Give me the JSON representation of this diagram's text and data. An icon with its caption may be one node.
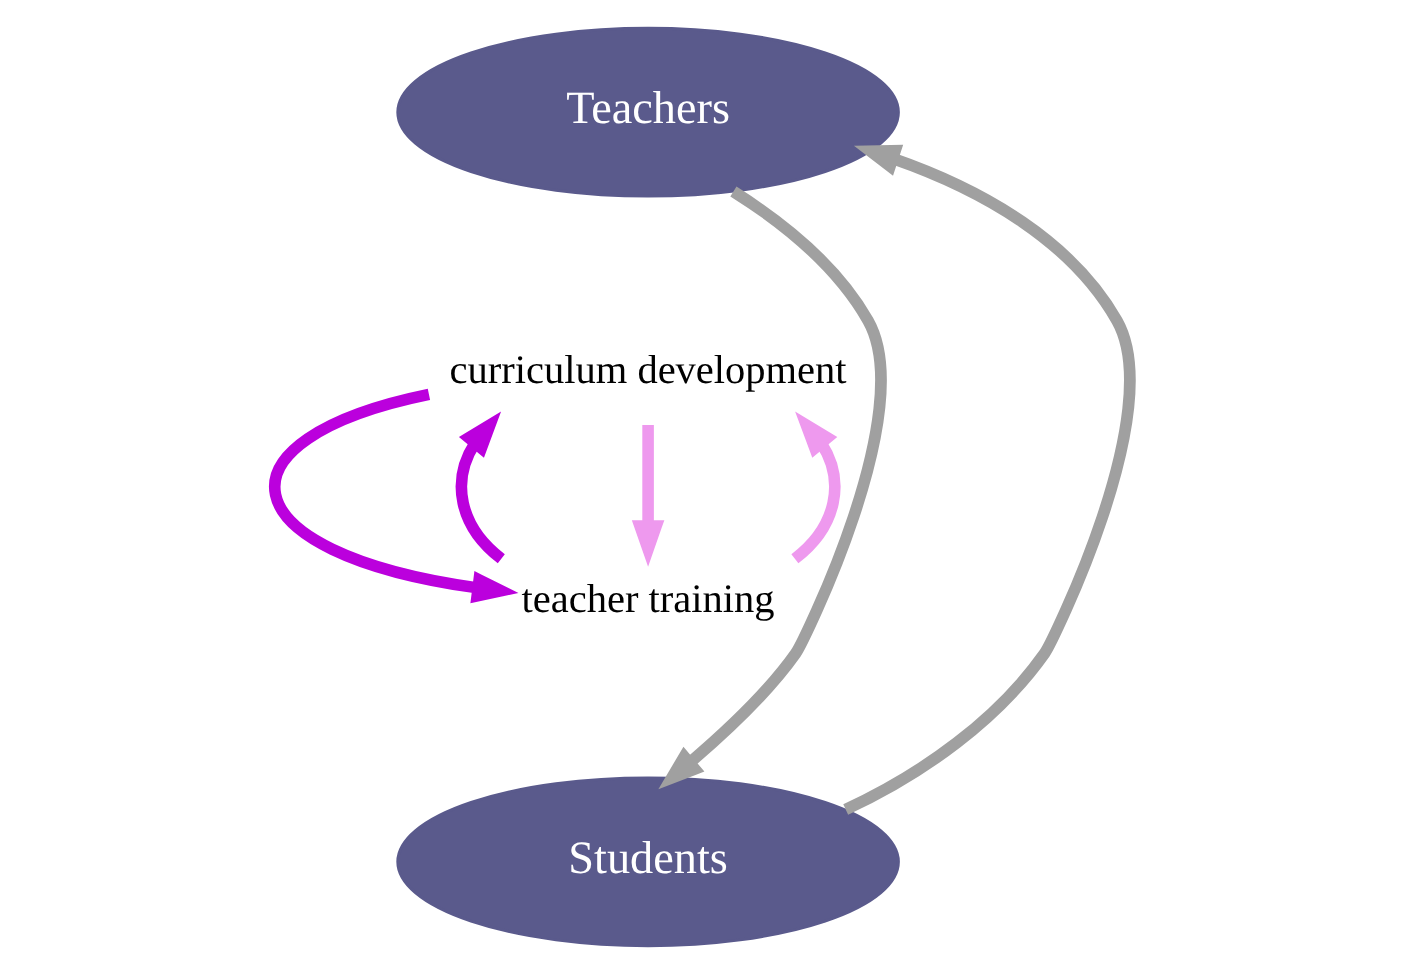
{
  "diagram": {
    "nodes": [
      {
        "text": [
          "Teachers"
        ]
      },
      {
        "text": [
          "curriculum development"
        ]
      },
      {
        "text": [
          "teacher training"
        ]
      },
      {
        "text": [
          "Students"
        ]
      }
    ],
    "edges": [
      {
        "from": 1,
        "to": 2,
        "arrow": "to",
        "color": "#bb00dd"
      },
      {
        "from": 2,
        "to": 1,
        "arrow": "to",
        "color": "#bb00dd"
      },
      {
        "from": 1,
        "to": 2,
        "arrow": "to",
        "color": "#ee99ee"
      },
      {
        "from": 2,
        "to": 1,
        "arrow": "to",
        "color": "#ee99ee"
      },
      {
        "from": 0,
        "to": 3,
        "arrow": "to",
        "color": "#a0a0a0"
      },
      {
        "from": 3,
        "to": 0,
        "arrow": "to",
        "color": "#a0a0a0"
      }
    ]
  }
}
